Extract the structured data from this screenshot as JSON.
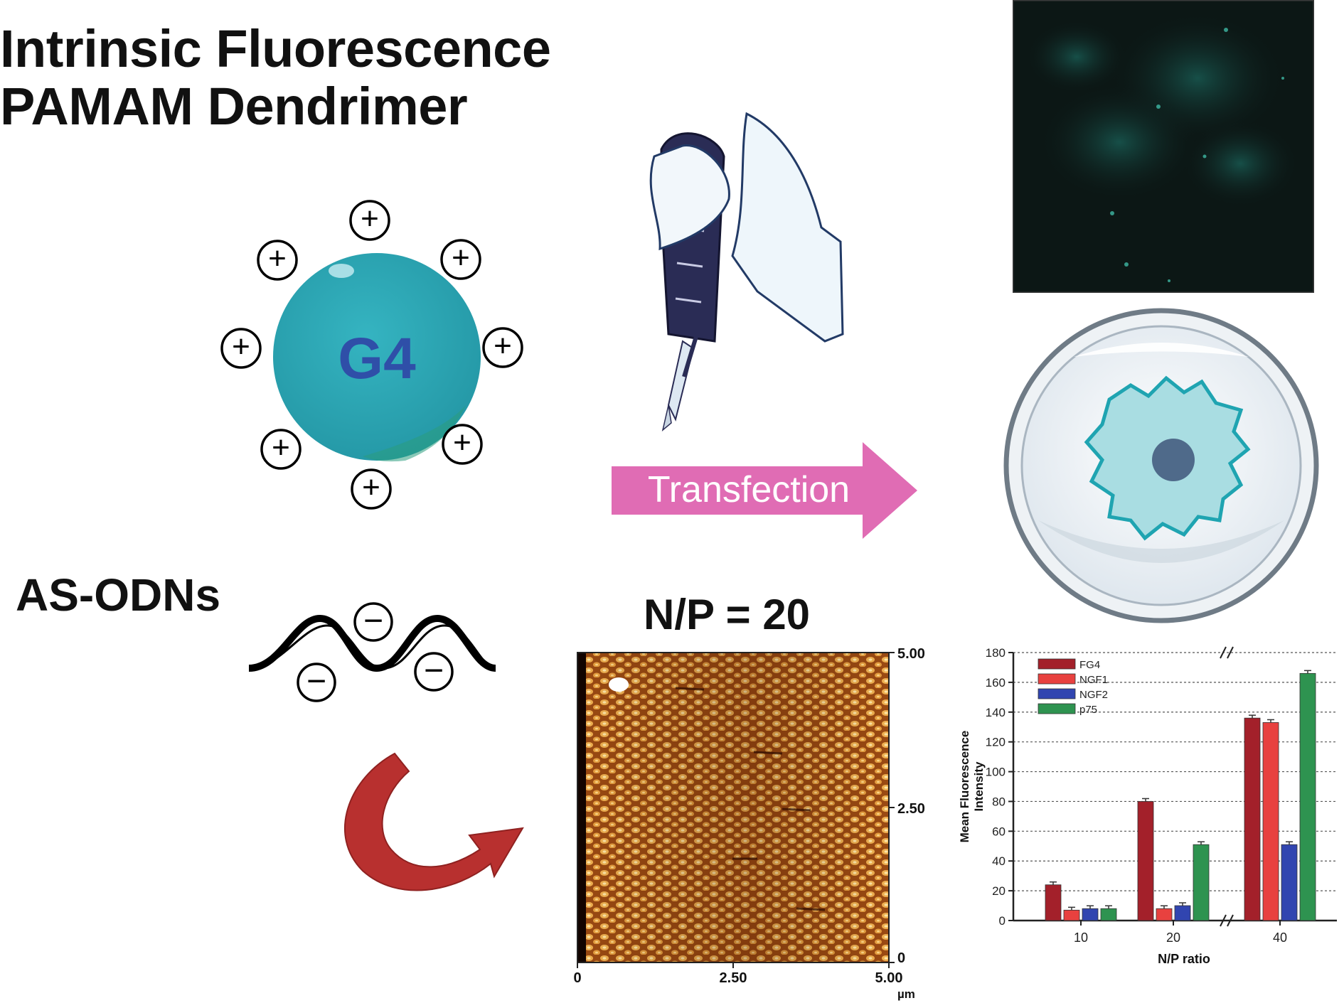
{
  "title": {
    "line1": "Intrinsic Fluorescence",
    "line2": "PAMAM Dendrimer"
  },
  "dendrimer": {
    "label": "G4",
    "charge_symbol": "+"
  },
  "oligo": {
    "label": "AS-ODNs",
    "charge_symbol": "−"
  },
  "process": {
    "arrow_label": "Transfection"
  },
  "afm": {
    "heading": "N/P = 20",
    "right_ticks": [
      "5.00",
      "2.50",
      "0"
    ],
    "bottom_ticks": [
      "0",
      "2.50",
      "5.00"
    ],
    "unit": "µm"
  },
  "colors": {
    "dendrimer_fill": "#2aa9b7",
    "dendrimer_label": "#2f4fa8",
    "arrow_fill": "#e06cb4",
    "curved_arrow": "#b8302f",
    "afm_base": "#9b4a12"
  },
  "chart_data": {
    "type": "bar",
    "xlabel": "N/P ratio",
    "ylabel": "Mean Fluorescence Intensity",
    "ylim": [
      0,
      180
    ],
    "yticks": [
      0,
      20,
      40,
      60,
      80,
      100,
      120,
      140,
      160,
      180
    ],
    "categories": [
      "10",
      "20",
      "40"
    ],
    "grid": true,
    "legend_position": "top-left",
    "axis_break": true,
    "series": [
      {
        "name": "FG4",
        "color": "#a3202a",
        "values": [
          24,
          80,
          136
        ]
      },
      {
        "name": "NGF1",
        "color": "#e8413f",
        "values": [
          7,
          8,
          133
        ]
      },
      {
        "name": "NGF2",
        "color": "#3145b0",
        "values": [
          8,
          10,
          51
        ]
      },
      {
        "name": "p75",
        "color": "#2e9350",
        "values": [
          8,
          51,
          166
        ]
      }
    ]
  }
}
